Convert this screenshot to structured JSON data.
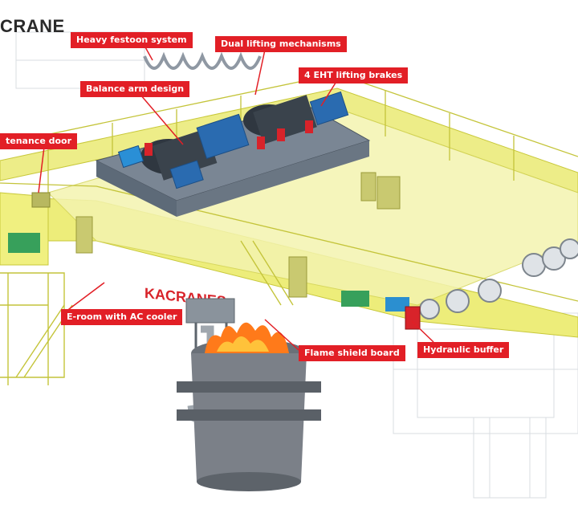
{
  "title": "CRANE",
  "brand_text": "KACRANES",
  "colors": {
    "callout_bg": "#e21f26",
    "callout_text": "#ffffff",
    "frame": "#e8e86a",
    "frame_edge": "#c8c83a",
    "steel": "#5d6a78",
    "motor": "#2a6bb0",
    "flame": "#ff7a1a",
    "ladle": "#7b8088"
  },
  "callouts": {
    "festoon": "Heavy festoon system",
    "dual_lifting": "Dual lifting mechanisms",
    "balance_arm": "Balance arm design",
    "brakes": "4 EHT lifting brakes",
    "maintenance_door": "tenance door",
    "eroom": "E-room with AC cooler",
    "flame_shield": "Flame shield board",
    "hydraulic_buffer": "Hydraulic buffer"
  }
}
